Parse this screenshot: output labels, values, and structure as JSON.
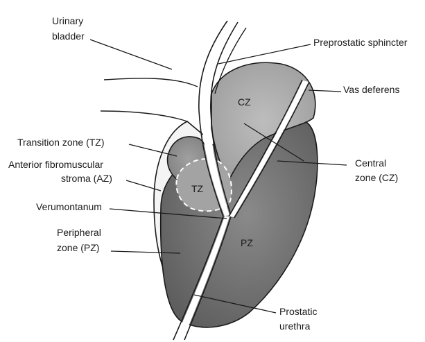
{
  "labels": {
    "urinary_bladder_1": "Urinary",
    "urinary_bladder_2": "bladder",
    "preprostatic_sphincter": "Preprostatic sphincter",
    "vas_deferens": "Vas deferens",
    "transition_zone": "Transition  zone (TZ)",
    "anterior_fibromuscular_1": "Anterior fibromuscular",
    "anterior_fibromuscular_2": "stroma (AZ)",
    "verumontanum": "Verumontanum",
    "peripheral_zone_1": "Peripheral",
    "peripheral_zone_2": "zone (PZ)",
    "central_zone_1": "Central",
    "central_zone_2": "zone (CZ)",
    "prostatic_urethra_1": "Prostatic",
    "prostatic_urethra_2": "urethra"
  },
  "zone_labels": {
    "cz": "CZ",
    "tz": "TZ",
    "pz": "PZ"
  },
  "colors": {
    "peripheral_zone": "#6f6f6f",
    "central_zone": "#a9a9a9",
    "transition_zone": "#8e8e8e",
    "outline": "#1a1a1a",
    "background": "#ffffff"
  }
}
